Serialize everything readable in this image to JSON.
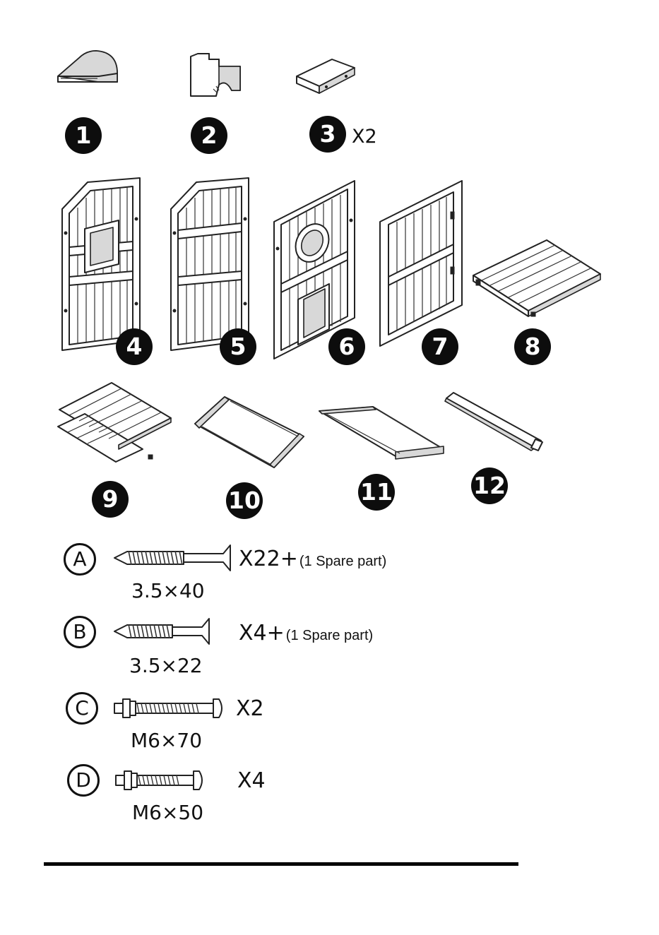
{
  "parts": [
    {
      "number": "1",
      "quantity": ""
    },
    {
      "number": "2",
      "quantity": ""
    },
    {
      "number": "3",
      "quantity": "X2"
    },
    {
      "number": "4",
      "quantity": ""
    },
    {
      "number": "5",
      "quantity": ""
    },
    {
      "number": "6",
      "quantity": ""
    },
    {
      "number": "7",
      "quantity": ""
    },
    {
      "number": "8",
      "quantity": ""
    },
    {
      "number": "9",
      "quantity": ""
    },
    {
      "number": "10",
      "quantity": ""
    },
    {
      "number": "11",
      "quantity": ""
    },
    {
      "number": "12",
      "quantity": ""
    }
  ],
  "hardware": [
    {
      "letter": "A",
      "quantity": "X22+",
      "spare": "(1 Spare part)",
      "size": "3.5×40",
      "icon": "wood-screw-long-icon"
    },
    {
      "letter": "B",
      "quantity": "X4+",
      "spare": "(1 Spare part)",
      "size": "3.5×22",
      "icon": "wood-screw-short-icon"
    },
    {
      "letter": "C",
      "quantity": "X2",
      "spare": "",
      "size": "M6×70",
      "icon": "bolt-with-nut-long-icon"
    },
    {
      "letter": "D",
      "quantity": "X4",
      "spare": "",
      "size": "M6×50",
      "icon": "bolt-with-nut-short-icon"
    }
  ],
  "colors": {
    "badge": "#0d0d0d",
    "ink": "#111111",
    "background": "#ffffff"
  }
}
